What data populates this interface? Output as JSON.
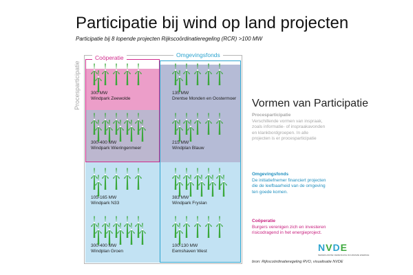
{
  "title": "Participatie bij wind op land projecten",
  "subtitle": "Participatie bij 8 lopende projecten Rijkscoördinatieregeling (RCR) >100 MW",
  "categories": {
    "procesparticipatie": "Procesparticipatie",
    "cooperatie": "Coöperatie",
    "omgevingsfonds": "Omgevingsfonds"
  },
  "projects": [
    {
      "mw": "300 MW",
      "name": "Windpark Zeewolde",
      "turbines": 6
    },
    {
      "mw": "135 MW",
      "name": "Drentse Monden en Oostermoer",
      "turbines": 6
    },
    {
      "mw": "300-400 MW",
      "name": "Windpark Wieringenmeer",
      "turbines": 10
    },
    {
      "mw": "215 MW",
      "name": "Windplan Blauw",
      "turbines": 7
    },
    {
      "mw": "105-165 MW",
      "name": "Windpark N33",
      "turbines": 6
    },
    {
      "mw": "383 MW",
      "name": "Windpark Fryslan",
      "turbines": 10
    },
    {
      "mw": "300-400 MW",
      "name": "Windplan Groen",
      "turbines": 10
    },
    {
      "mw": "100-130 MW",
      "name": "Eemshaven West",
      "turbines": 6
    }
  ],
  "legend": {
    "heading": "Vormen van Participatie",
    "proc_title": "Procesparticipatie",
    "proc_text": "Verschillende vormen van inspraak, zoals informatie- of inspraakavonden en klankbordgroepen. In alle projecten is er procesparticipatie",
    "omg_title": "Omgevingsfonds",
    "omg_text": "De initiatiefnemer financiert projecten die de leefbaarheid van de omgeving ten goede komen.",
    "coop_title": "Coöperatie",
    "coop_text": "Burgers verenigen zich en investeren risicodragend in het energieproject."
  },
  "logo": {
    "text": "NVDE",
    "subtitle": "NEDERLANDSE VERENIGING DUURZAME ENERGIE"
  },
  "source": "bron: Rijkscoördinatieregeling RVO, visualisatie NVDE",
  "colors": {
    "cooperatie": "#d12a8c",
    "omgevingsfonds": "#2ba3cf",
    "turbine": "#3aa83a",
    "pink_fill": "#ec9ec9",
    "blue_fill": "#c2e2f3",
    "overlap_fill": "#b5bbd6"
  }
}
